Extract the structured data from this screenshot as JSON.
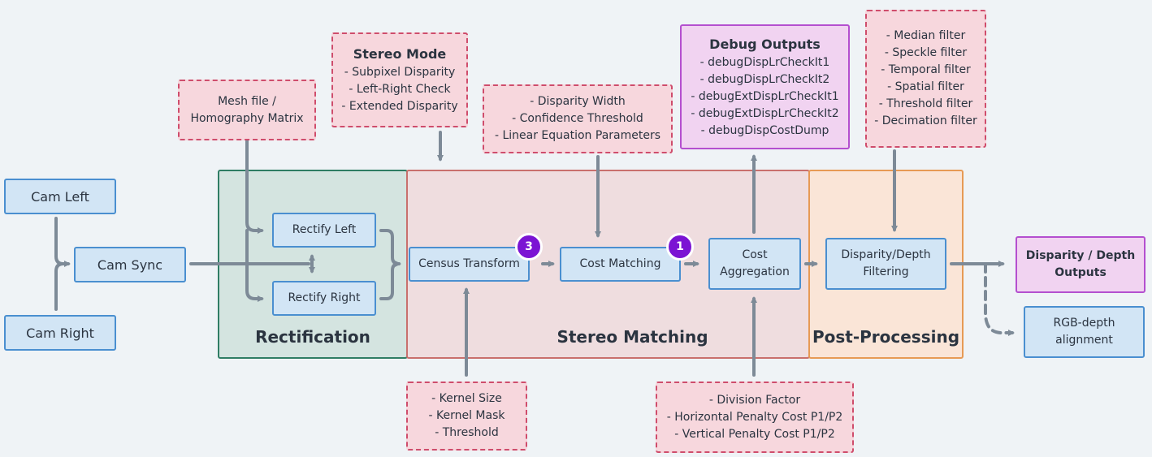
{
  "groups": {
    "rectification": "Rectification",
    "stereo_matching": "Stereo Matching",
    "post_processing": "Post-Processing"
  },
  "nodes": {
    "cam_left": "Cam Left",
    "cam_right": "Cam Right",
    "cam_sync": "Cam Sync",
    "rectify_left": "Rectify Left",
    "rectify_right": "Rectify Right",
    "census_transform": "Census Transform",
    "cost_matching": "Cost Matching",
    "cost_aggregation_line1": "Cost",
    "cost_aggregation_line2": "Aggregation",
    "filtering_line1": "Disparity/Depth",
    "filtering_line2": "Filtering",
    "rgb_alignment_line1": "RGB-depth",
    "rgb_alignment_line2": "alignment"
  },
  "badges": {
    "census": "3",
    "cost_matching": "1"
  },
  "params": {
    "mesh": [
      "Mesh file /",
      "Homography Matrix"
    ],
    "stereo_mode": {
      "title": "Stereo Mode",
      "items": [
        "- Subpixel Disparity",
        "- Left-Right Check",
        "- Extended Disparity"
      ]
    },
    "cost_matching": [
      "- Disparity Width",
      "- Confidence Threshold",
      "- Linear Equation Parameters"
    ],
    "census": [
      "- Kernel Size",
      "- Kernel Mask",
      "- Threshold"
    ],
    "aggregation": [
      "- Division Factor",
      "- Horizontal Penalty Cost P1/P2",
      "- Vertical Penalty Cost P1/P2"
    ],
    "filters": [
      "- Median filter",
      "- Speckle filter",
      "- Temporal filter",
      "- Spatial filter",
      "- Threshold filter",
      "- Decimation filter"
    ]
  },
  "outputs": {
    "debug": {
      "title": "Debug Outputs",
      "items": [
        "- debugDispLrCheckIt1",
        "- debugDispLrCheckIt2",
        "- debugExtDispLrCheckIt1",
        "- debugExtDispLrCheckIt2",
        "- debugDispCostDump"
      ]
    },
    "depth_line1": "Disparity / Depth",
    "depth_line2": "Outputs"
  },
  "colors": {
    "arrow": "#7d8a97",
    "badge": "#7b14d3"
  }
}
